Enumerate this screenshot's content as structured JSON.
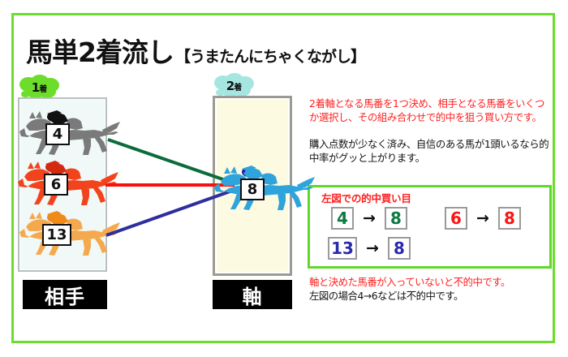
{
  "title": {
    "main": "馬単2着流し",
    "reading": "【うまたんにちゃくながし】"
  },
  "badges": {
    "first": {
      "rank": "1",
      "suffix": "着"
    },
    "second": {
      "rank": "2",
      "suffix": "着"
    }
  },
  "left_panel": {
    "label": "相手",
    "horses": [
      {
        "number": "4",
        "color": "#7a7a7a",
        "cap_color": "#111111"
      },
      {
        "number": "6",
        "color": "#f2431c",
        "cap_color": "#d42a12"
      },
      {
        "number": "13",
        "color": "#f5a94e",
        "cap_color": "#f08a18"
      }
    ]
  },
  "right_panel": {
    "label": "軸",
    "horses": [
      {
        "number": "8",
        "color": "#2fa3db",
        "cap_color": "#1b1ba8"
      }
    ]
  },
  "connectors": [
    {
      "from": "4",
      "to": "8",
      "color": "#0c6b3d"
    },
    {
      "from": "6",
      "to": "8",
      "color": "#fa0f0f"
    },
    {
      "from": "13",
      "to": "8",
      "color": "#2e2e9e"
    }
  ],
  "description": {
    "red": "2着軸となる馬番を1つ決め、相手となる馬番をいくつか選択し、その組み合わせで的中を狙う買い方です。",
    "black": "購入点数が少なく済み、自信のある馬が1頭いるなら的中率がグッと上がります。"
  },
  "bet_box": {
    "title": "左図での的中買い目",
    "arrow": "→",
    "combinations": [
      {
        "from": "4",
        "to": "8",
        "color": "#0c7a43"
      },
      {
        "from": "6",
        "to": "8",
        "color": "#fb1414"
      },
      {
        "from": "13",
        "to": "8",
        "color": "#2b2bab"
      }
    ]
  },
  "notes": {
    "red": "軸と決めた馬番が入っていないと不的中です。",
    "black": "左図の場合4→6などは不的中です。"
  },
  "colors": {
    "frame_green": "#6ddd2c",
    "bet_box_green": "#5ed92a",
    "badge_first": "#6ddd2c",
    "badge_second": "#a6e6e0",
    "left_panel_bg": "#f0f8f8",
    "right_panel_bg": "#fcfbe2",
    "label_bg": "#000000"
  }
}
